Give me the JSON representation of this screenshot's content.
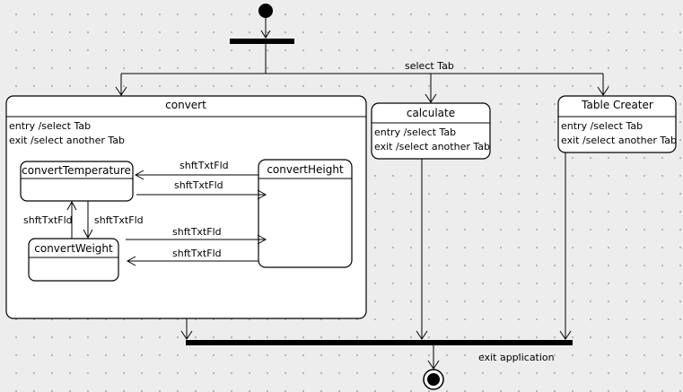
{
  "initial": {},
  "fork": {},
  "join": {},
  "final": {},
  "states": {
    "convert": {
      "name": "convert",
      "entry": "entry /select Tab",
      "exit": "exit /select another Tab"
    },
    "calculate": {
      "name": "calculate",
      "entry": "entry /select Tab",
      "exit": "exit /select another Tab"
    },
    "table_creater": {
      "name": "Table Creater",
      "entry": "entry /select Tab",
      "exit": "exit /select another Tab"
    },
    "convert_temperature": {
      "name": "convertTemperature"
    },
    "convert_height": {
      "name": "convertHeight"
    },
    "convert_weight": {
      "name": "convertWeight"
    }
  },
  "transitions": {
    "fork_label": "select Tab",
    "join_label": "exit application",
    "height_to_temperature": "shftTxtFld",
    "temperature_to_height": "shftTxtFld",
    "temperature_to_weight": "shftTxtFld",
    "weight_to_temperature": "shftTxtFld",
    "weight_to_height": "shftTxtFld",
    "height_to_weight": "shftTxtFld"
  }
}
